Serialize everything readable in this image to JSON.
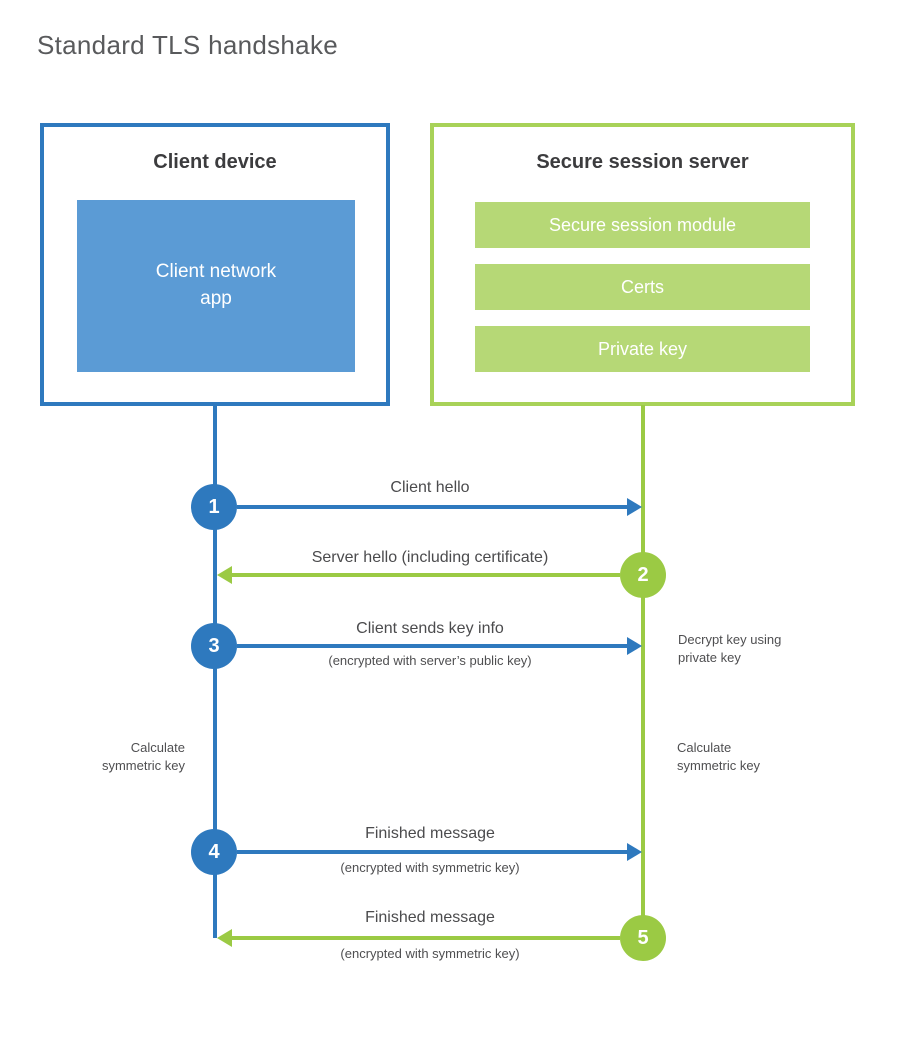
{
  "title": "Standard TLS handshake",
  "colors": {
    "blue_stroke": "#2e79be",
    "blue_fill": "#5b9bd5",
    "green_stroke": "#9bca44",
    "green_border": "#a8d258",
    "green_fill": "#b6d876",
    "heading_text": "#3c3c3e",
    "label_text": "#4b4b4d"
  },
  "client": {
    "title": "Client device",
    "module_line1": "Client network",
    "module_line2": "app"
  },
  "server": {
    "title": "Secure session server",
    "modules": [
      "Secure session module",
      "Certs",
      "Private key"
    ]
  },
  "steps": [
    {
      "num": "1",
      "direction": "right",
      "label": "Client hello",
      "sub": ""
    },
    {
      "num": "2",
      "direction": "left",
      "label": "Server hello (including certificate)",
      "sub": ""
    },
    {
      "num": "3",
      "direction": "right",
      "label": "Client sends key info",
      "sub": "(encrypted with server’s public key)"
    },
    {
      "num": "4",
      "direction": "right",
      "label": "Finished message",
      "sub": "(encrypted with symmetric key)"
    },
    {
      "num": "5",
      "direction": "left",
      "label": "Finished message",
      "sub": "(encrypted with symmetric key)"
    }
  ],
  "annotations": {
    "decrypt": "Decrypt key using private key",
    "calc_left": "Calculate symmetric key",
    "calc_right": "Calculate symmetric key"
  }
}
